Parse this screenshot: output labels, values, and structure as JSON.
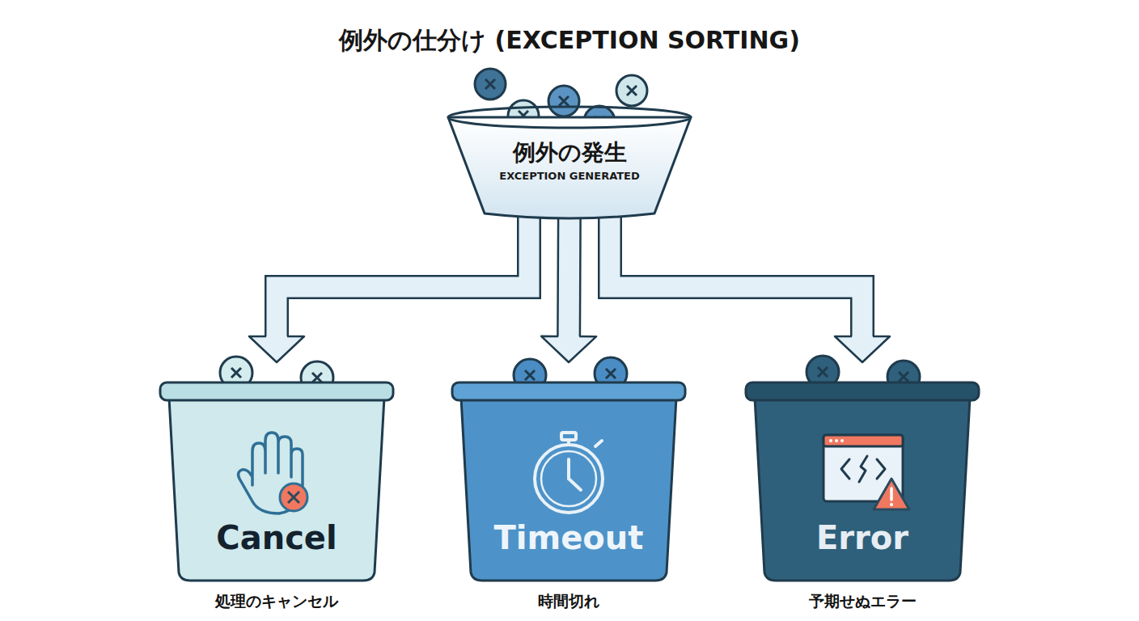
{
  "diagram": {
    "title": "例外の仕分け (EXCEPTION SORTING)",
    "nodes": [
      {
        "text": [
          "例外の発生",
          "EXCEPTION GENERATED"
        ]
      },
      {
        "text": [
          "Cancel",
          "処理のキャンセル"
        ]
      },
      {
        "text": [
          "Timeout",
          "時間切れ"
        ]
      },
      {
        "text": [
          "Error",
          "予期せぬエラー"
        ]
      }
    ],
    "edges": [
      {
        "from": 0,
        "to": 1,
        "arrow": "to"
      },
      {
        "from": 0,
        "to": 2,
        "arrow": "to"
      },
      {
        "from": 0,
        "to": 3,
        "arrow": "to"
      }
    ]
  }
}
